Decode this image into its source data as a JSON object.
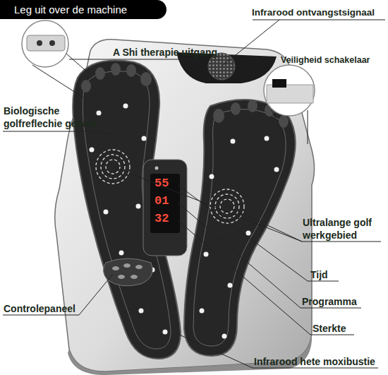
{
  "diagram": {
    "title": "Leg uit over de machine",
    "labels": [
      "A Shi therapie uitgang",
      "Infrarood ontvangstsignaal",
      "Veiligheid schakelaar",
      "Biologische golfreflechie gebied",
      "55",
      "01",
      "32",
      "Ultralange golf werkgebied",
      "Tijd",
      "Programma",
      "Controlepaneel",
      "Sterkte",
      "Infrarood hete moxibustie"
    ]
  }
}
